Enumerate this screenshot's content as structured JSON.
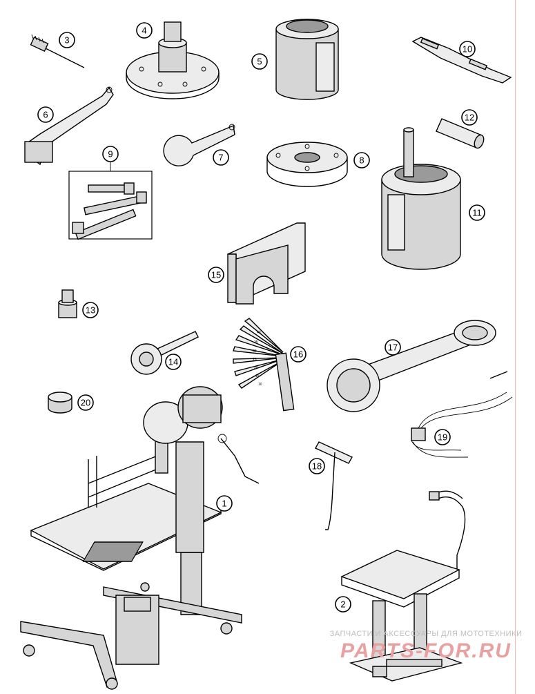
{
  "labels": [
    "1",
    "2",
    "3",
    "4",
    "5",
    "6",
    "7",
    "8",
    "9",
    "10",
    "11",
    "12",
    "13",
    "14",
    "15",
    "16",
    "17",
    "18",
    "19",
    "20"
  ],
  "gauge_marks": [
    "40",
    "35",
    "30",
    "25",
    "20",
    "15",
    "10"
  ],
  "watermark": {
    "tagline": "ЗАПЧАСТИ И АКСЕССУАРЫ ДЛЯ МОТОТЕХНИКИ",
    "logo": "PARTS-FOR.RU"
  },
  "colors": {
    "line": "#000000",
    "part_fill": "#d6d6d6",
    "watermark_red": "#e8a0a0"
  }
}
